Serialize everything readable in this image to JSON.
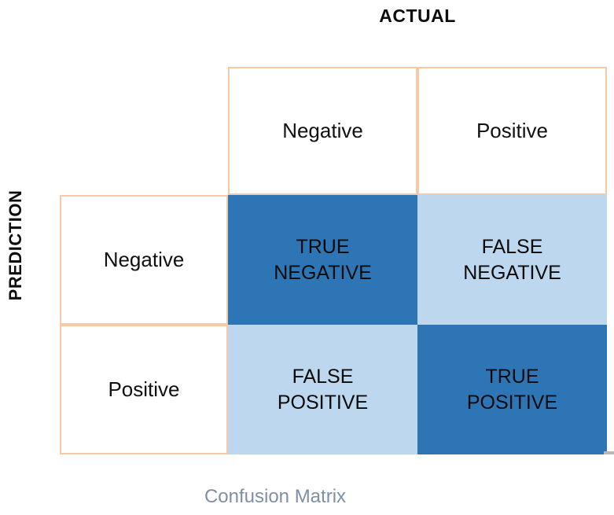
{
  "axes": {
    "column_axis_title": "ACTUAL",
    "row_axis_title": "PREDICTION"
  },
  "caption": "Confusion Matrix",
  "colors": {
    "fill_dark": "#2E75B6",
    "fill_light": "#BDD7EE",
    "border": "#F6C9A8",
    "caption_text": "#7F8FA4",
    "cell_background": "#FFFFFF"
  },
  "column_headers": [
    "Negative",
    "Positive"
  ],
  "row_headers": [
    "Negative",
    "Positive"
  ],
  "cells": {
    "true_negative": {
      "line1": "TRUE",
      "line2": "NEGATIVE",
      "fill": "dark"
    },
    "false_negative": {
      "line1": "FALSE",
      "line2": "NEGATIVE",
      "fill": "light"
    },
    "false_positive": {
      "line1": "FALSE",
      "line2": "POSITIVE",
      "fill": "light"
    },
    "true_positive": {
      "line1": "TRUE",
      "line2": "POSITIVE",
      "fill": "dark"
    }
  },
  "chart_data": {
    "type": "table",
    "title": "Confusion Matrix",
    "xlabel": "ACTUAL",
    "ylabel": "PREDICTION",
    "categories": [
      "Negative",
      "Positive"
    ],
    "rows": [
      {
        "prediction": "Negative",
        "actual_negative": "TRUE NEGATIVE",
        "actual_positive": "FALSE NEGATIVE"
      },
      {
        "prediction": "Positive",
        "actual_negative": "FALSE POSITIVE",
        "actual_positive": "TRUE POSITIVE"
      }
    ],
    "grid": true,
    "legend": "none"
  }
}
